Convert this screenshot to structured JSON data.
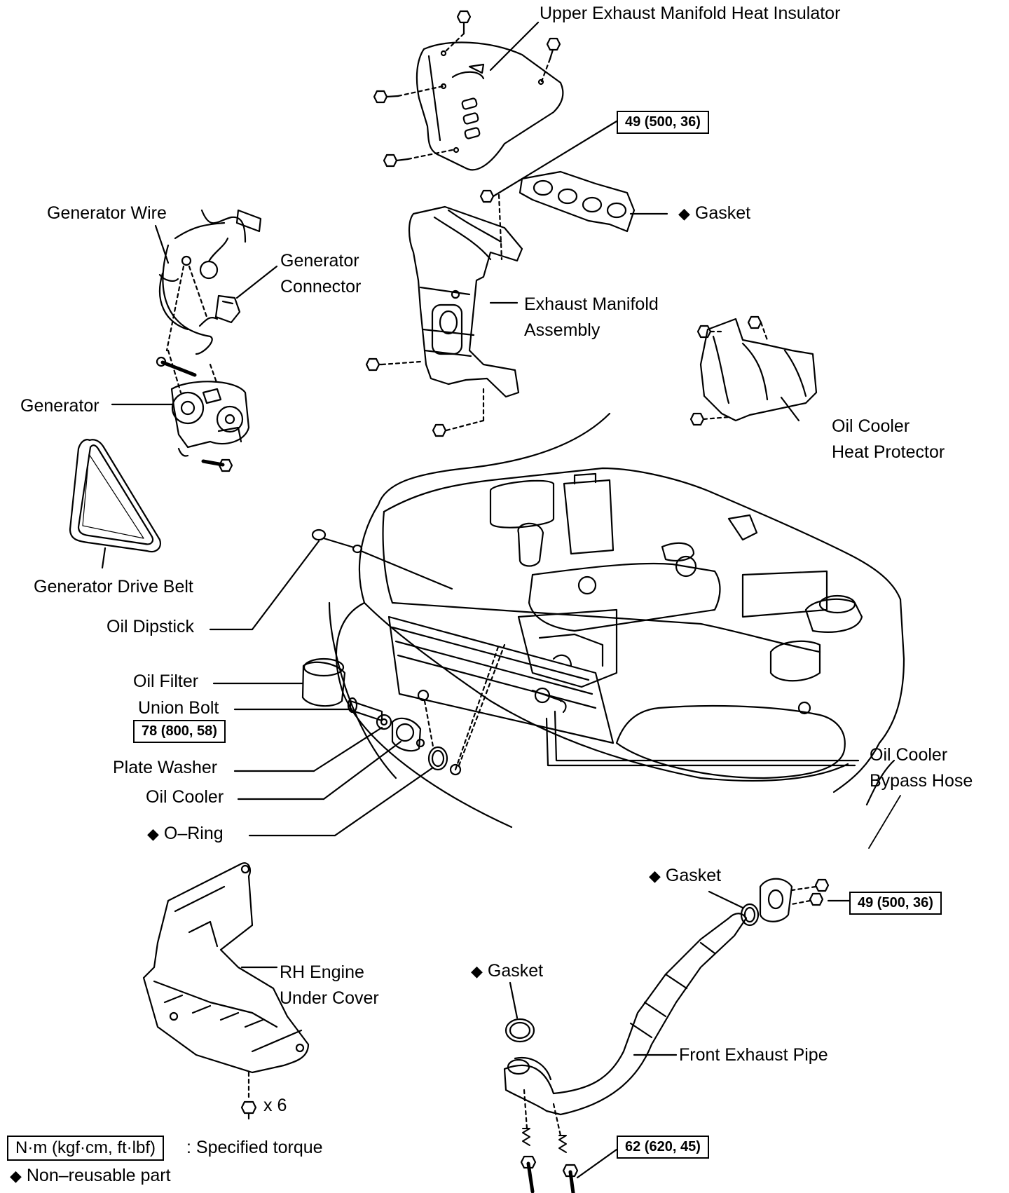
{
  "labels": {
    "upper_heat_insulator": "Upper Exhaust Manifold Heat Insulator",
    "gasket_manifold": "Gasket",
    "generator_wire": "Generator Wire",
    "generator_connector_1": "Generator",
    "generator_connector_2": "Connector",
    "exhaust_manifold_1": "Exhaust Manifold",
    "exhaust_manifold_2": "Assembly",
    "generator": "Generator",
    "oil_cooler_heat_protector_1": "Oil Cooler",
    "oil_cooler_heat_protector_2": "Heat Protector",
    "generator_drive_belt": "Generator Drive Belt",
    "oil_dipstick": "Oil Dipstick",
    "oil_filter": "Oil Filter",
    "union_bolt": "Union Bolt",
    "plate_washer": "Plate Washer",
    "oil_cooler": "Oil Cooler",
    "o_ring": "O–Ring",
    "oil_cooler_bypass_hose_1": "Oil Cooler",
    "oil_cooler_bypass_hose_2": "Bypass Hose",
    "gasket_front_pipe": "Gasket",
    "gasket_lower": "Gasket",
    "rh_engine_under_cover_1": "RH Engine",
    "rh_engine_under_cover_2": "Under Cover",
    "front_exhaust_pipe": "Front Exhaust Pipe",
    "bolt_count": "x 6"
  },
  "torques": {
    "manifold_nut": "49 (500, 36)",
    "union_bolt": "78 (800, 58)",
    "front_pipe_flange": "49 (500, 36)",
    "front_pipe_bolts": "62 (620, 45)"
  },
  "legend": {
    "torque_unit": "N·m (kgf·cm, ft·lbf)",
    "torque_text": ": Specified torque",
    "nonreusable_text": "Non–reusable part"
  },
  "symbols": {
    "nonreusable": "◆"
  }
}
